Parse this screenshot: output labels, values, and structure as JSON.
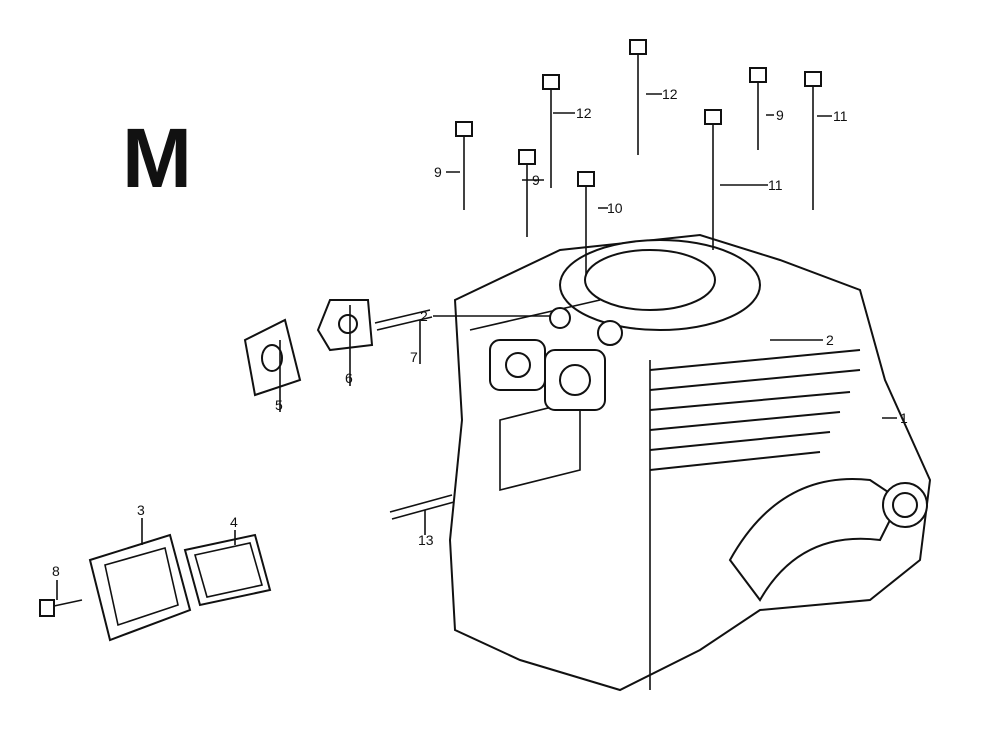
{
  "section_letter": "M",
  "callouts": [
    {
      "id": "c1",
      "text": "1"
    },
    {
      "id": "c2a",
      "text": "2"
    },
    {
      "id": "c2b",
      "text": "2"
    },
    {
      "id": "c3",
      "text": "3"
    },
    {
      "id": "c4",
      "text": "4"
    },
    {
      "id": "c5",
      "text": "5"
    },
    {
      "id": "c6",
      "text": "6"
    },
    {
      "id": "c7",
      "text": "7"
    },
    {
      "id": "c8",
      "text": "8"
    },
    {
      "id": "c9a",
      "text": "9"
    },
    {
      "id": "c9b",
      "text": "9"
    },
    {
      "id": "c9c",
      "text": "9"
    },
    {
      "id": "c10",
      "text": "10"
    },
    {
      "id": "c11a",
      "text": "11"
    },
    {
      "id": "c11b",
      "text": "11"
    },
    {
      "id": "c12a",
      "text": "12"
    },
    {
      "id": "c12b",
      "text": "12"
    },
    {
      "id": "c13",
      "text": "13"
    }
  ]
}
